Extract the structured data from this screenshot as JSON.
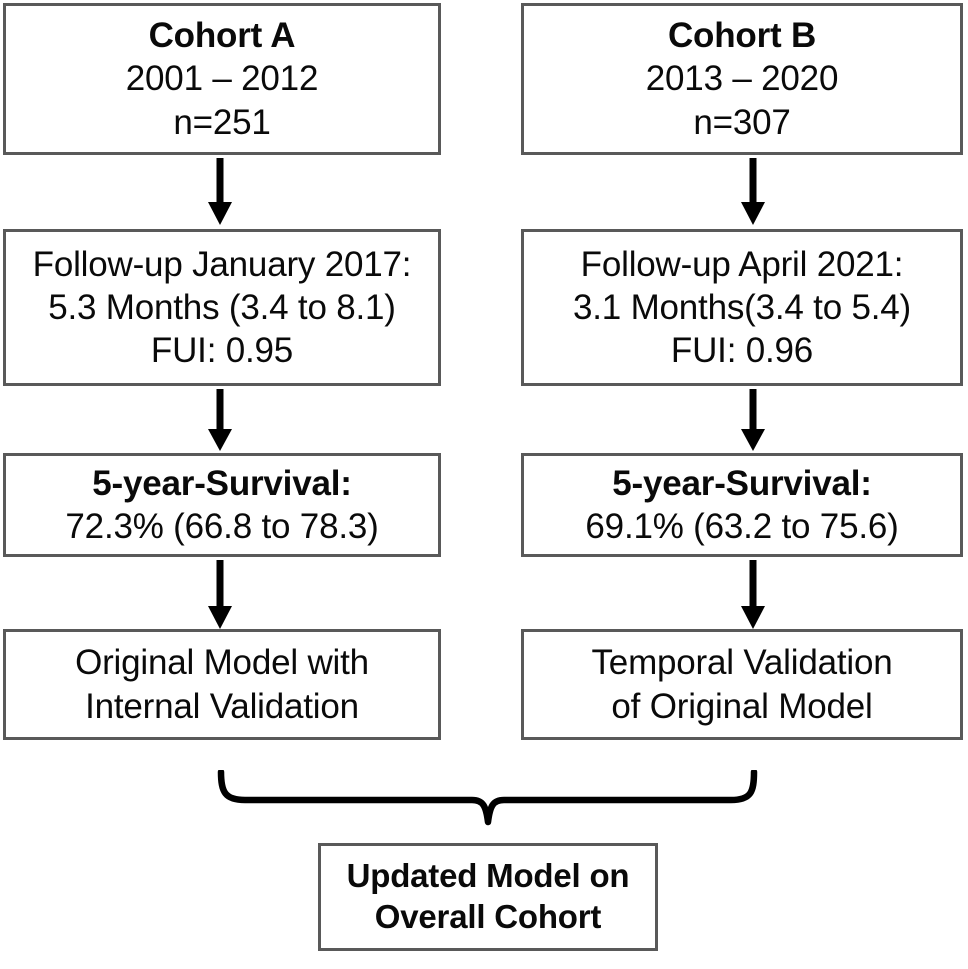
{
  "diagram": {
    "type": "flowchart",
    "title": "Cohort study flow: original model development and temporal validation",
    "colors": {
      "box_border": "#595959",
      "text": "#0a0a0a",
      "arrow": "#000000",
      "background": "#ffffff"
    },
    "columns": [
      {
        "id": "cohort-a",
        "steps": [
          {
            "id": "cohort-a-header",
            "lines": [
              {
                "text": "Cohort A",
                "bold": true
              },
              {
                "text": "2001 – 2012",
                "bold": false
              },
              {
                "text": "n=251",
                "bold": false
              }
            ]
          },
          {
            "id": "cohort-a-followup",
            "lines": [
              {
                "text": "Follow-up January 2017:",
                "bold": false
              },
              {
                "text": "5.3 Months (3.4 to 8.1)",
                "bold": false
              },
              {
                "text": "FUI: 0.95",
                "bold": false
              }
            ]
          },
          {
            "id": "cohort-a-survival",
            "lines": [
              {
                "text": "5-year-Survival:",
                "bold": true
              },
              {
                "text": "72.3% (66.8 to 78.3)",
                "bold": false
              }
            ]
          },
          {
            "id": "cohort-a-model",
            "lines": [
              {
                "text": "Original Model with",
                "bold": false
              },
              {
                "text": "Internal Validation",
                "bold": false
              }
            ]
          }
        ]
      },
      {
        "id": "cohort-b",
        "steps": [
          {
            "id": "cohort-b-header",
            "lines": [
              {
                "text": "Cohort B",
                "bold": true
              },
              {
                "text": "2013 – 2020",
                "bold": false
              },
              {
                "text": "n=307",
                "bold": false
              }
            ]
          },
          {
            "id": "cohort-b-followup",
            "lines": [
              {
                "text": "Follow-up April 2021:",
                "bold": false
              },
              {
                "text": "3.1 Months(3.4 to 5.4)",
                "bold": false
              },
              {
                "text": "FUI: 0.96",
                "bold": false
              }
            ]
          },
          {
            "id": "cohort-b-survival",
            "lines": [
              {
                "text": "5-year-Survival:",
                "bold": true
              },
              {
                "text": "69.1% (63.2 to 75.6)",
                "bold": false
              }
            ]
          },
          {
            "id": "cohort-b-model",
            "lines": [
              {
                "text": "Temporal Validation",
                "bold": false
              },
              {
                "text": "of Original Model",
                "bold": false
              }
            ]
          }
        ]
      }
    ],
    "merge": {
      "connector": "curly-brace-down",
      "result": {
        "id": "updated-model",
        "lines": [
          {
            "text": "Updated Model on",
            "bold": true
          },
          {
            "text": "Overall Cohort",
            "bold": true
          }
        ]
      }
    },
    "connectors": [
      {
        "id": "arrow-a-1",
        "direction": "down"
      },
      {
        "id": "arrow-a-2",
        "direction": "down"
      },
      {
        "id": "arrow-a-3",
        "direction": "down"
      },
      {
        "id": "arrow-b-1",
        "direction": "down"
      },
      {
        "id": "arrow-b-2",
        "direction": "down"
      },
      {
        "id": "arrow-b-3",
        "direction": "down"
      }
    ]
  }
}
